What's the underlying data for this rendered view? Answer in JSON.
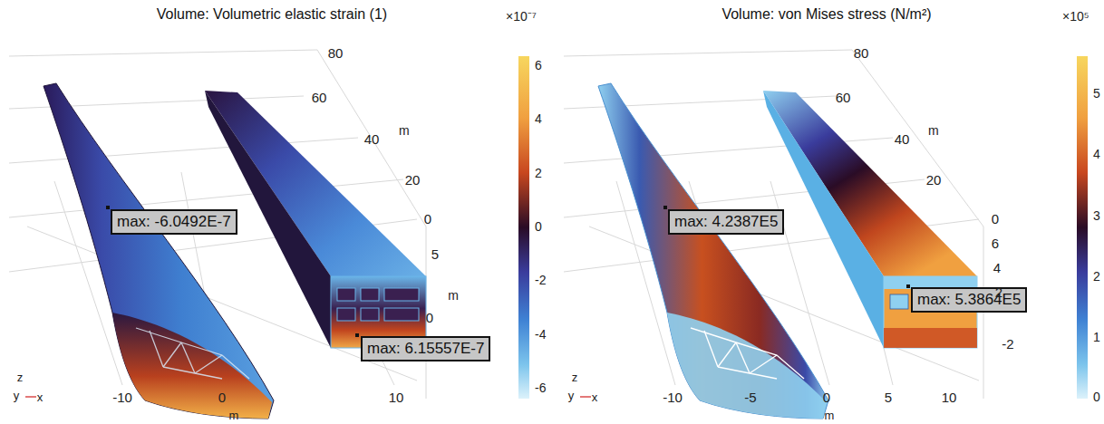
{
  "diagram": {
    "nodes": [
      {
        "text": [
          "max: -6.0492E-7"
        ]
      },
      {
        "text": [
          "max: 6.15557E-7"
        ]
      },
      {
        "text": [
          "max: 4.2387E5"
        ]
      },
      {
        "text": [
          "max: 5.3864E5"
        ]
      }
    ],
    "labels": [
      "Volume: Volumetric elastic strain (1)",
      "80",
      "60",
      "40",
      "m",
      "20",
      "0",
      "5",
      "m",
      "0",
      "×10⁻⁷",
      "6",
      "4",
      "2",
      "0",
      "-2",
      "-4",
      "-6",
      "-10",
      "0",
      "10",
      "m",
      "z",
      "y",
      "x",
      "Volume: von Mises stress (N/m²)",
      "80",
      "60",
      "40",
      "m",
      "20",
      "0",
      "6",
      "4",
      "2",
      "-2",
      "×10⁵",
      "5",
      "4",
      "3",
      "2",
      "1",
      "0",
      "-10",
      "-5",
      "0",
      "5",
      "10",
      "m",
      "z",
      "y",
      "x"
    ]
  }
}
